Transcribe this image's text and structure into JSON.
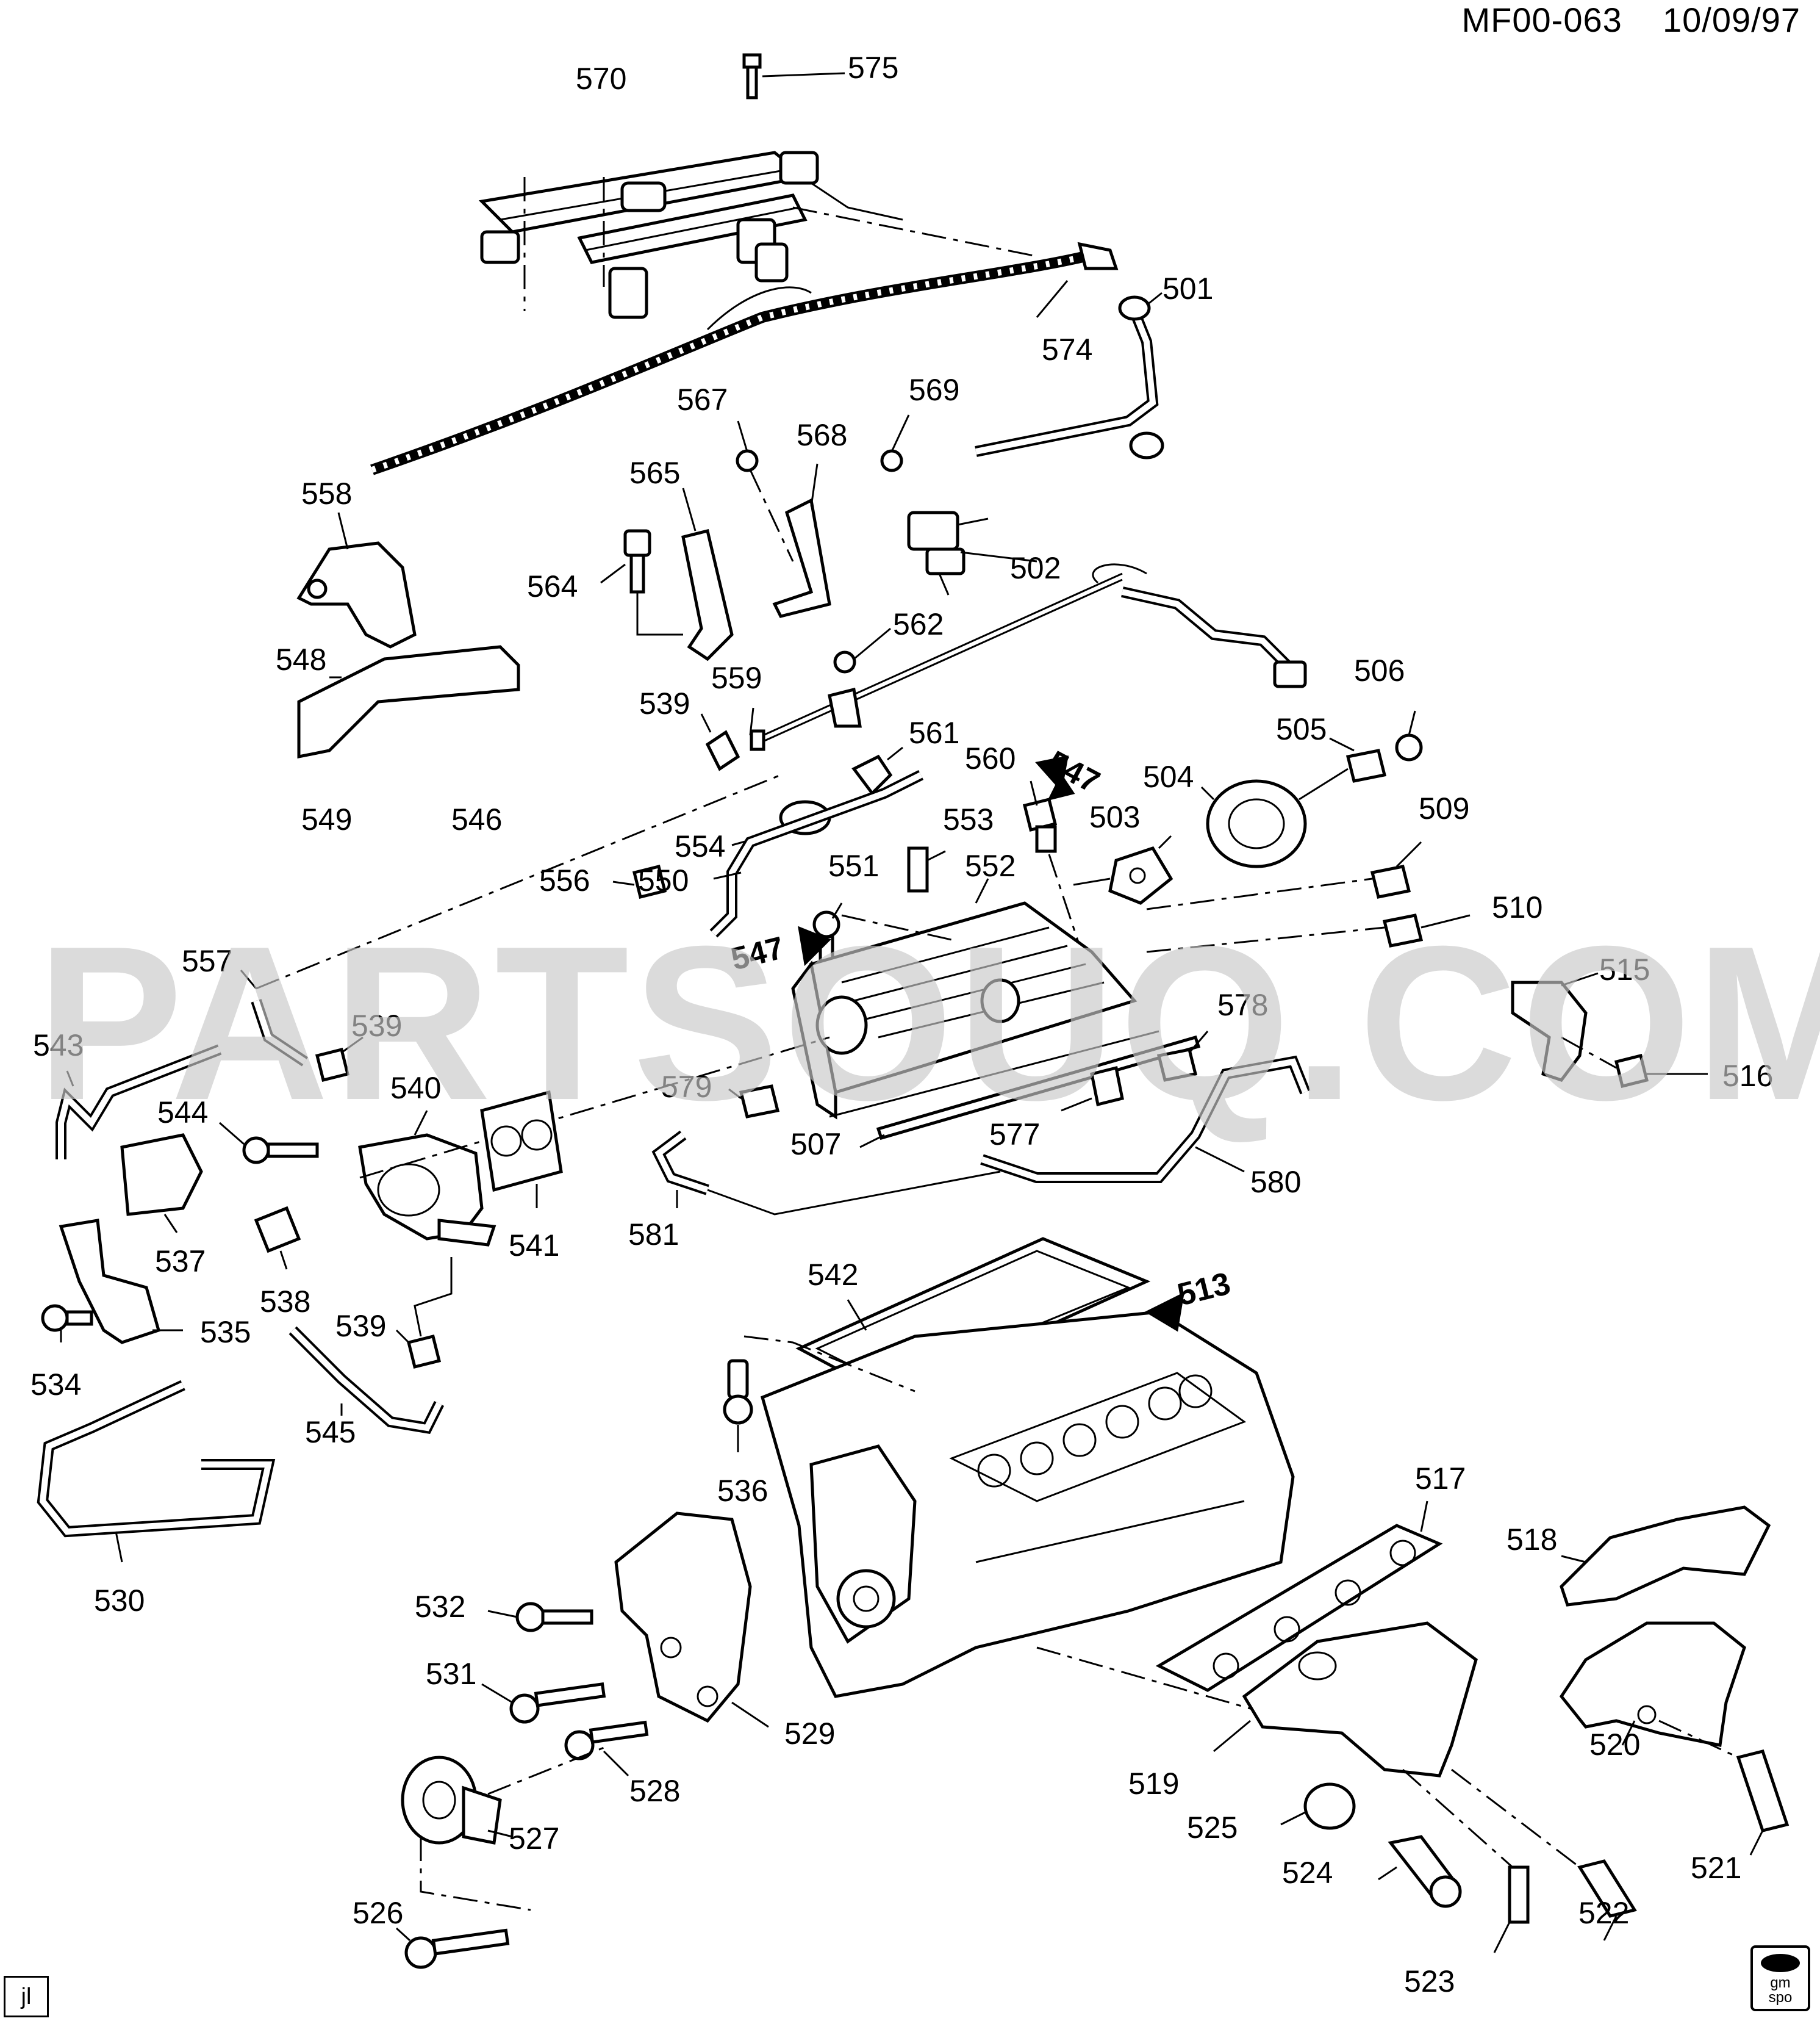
{
  "header": {
    "code": "MF00-063",
    "date": "10/09/97"
  },
  "watermark": "PARTSOUQ.COM",
  "corner_code": "jl",
  "logo": {
    "line1": "gm",
    "line2": "spo"
  },
  "callouts": [
    {
      "id": "575",
      "text": "575"
    },
    {
      "id": "570",
      "text": "570"
    },
    {
      "id": "501",
      "text": "501"
    },
    {
      "id": "574",
      "text": "574"
    },
    {
      "id": "567",
      "text": "567"
    },
    {
      "id": "569",
      "text": "569"
    },
    {
      "id": "568",
      "text": "568"
    },
    {
      "id": "565",
      "text": "565"
    },
    {
      "id": "558",
      "text": "558"
    },
    {
      "id": "564",
      "text": "564"
    },
    {
      "id": "502",
      "text": "502"
    },
    {
      "id": "562",
      "text": "562"
    },
    {
      "id": "548",
      "text": "548"
    },
    {
      "id": "559",
      "text": "559"
    },
    {
      "id": "539a",
      "text": "539"
    },
    {
      "id": "506",
      "text": "506"
    },
    {
      "id": "561",
      "text": "561"
    },
    {
      "id": "505",
      "text": "505"
    },
    {
      "id": "560",
      "text": "560"
    },
    {
      "id": "504",
      "text": "504"
    },
    {
      "id": "549",
      "text": "549"
    },
    {
      "id": "546",
      "text": "546"
    },
    {
      "id": "503",
      "text": "503"
    },
    {
      "id": "509",
      "text": "509"
    },
    {
      "id": "553",
      "text": "553"
    },
    {
      "id": "554",
      "text": "554"
    },
    {
      "id": "552",
      "text": "552"
    },
    {
      "id": "556",
      "text": "556"
    },
    {
      "id": "551",
      "text": "551"
    },
    {
      "id": "550",
      "text": "550"
    },
    {
      "id": "510",
      "text": "510"
    },
    {
      "id": "557",
      "text": "557"
    },
    {
      "id": "515",
      "text": "515"
    },
    {
      "id": "543",
      "text": "543"
    },
    {
      "id": "539b",
      "text": "539"
    },
    {
      "id": "578",
      "text": "578"
    },
    {
      "id": "516",
      "text": "516"
    },
    {
      "id": "540",
      "text": "540"
    },
    {
      "id": "579",
      "text": "579"
    },
    {
      "id": "544",
      "text": "544"
    },
    {
      "id": "577",
      "text": "577"
    },
    {
      "id": "507",
      "text": "507"
    },
    {
      "id": "580",
      "text": "580"
    },
    {
      "id": "581",
      "text": "581"
    },
    {
      "id": "541",
      "text": "541"
    },
    {
      "id": "537",
      "text": "537"
    },
    {
      "id": "538",
      "text": "538"
    },
    {
      "id": "542",
      "text": "542"
    },
    {
      "id": "535",
      "text": "535"
    },
    {
      "id": "539c",
      "text": "539"
    },
    {
      "id": "534",
      "text": "534"
    },
    {
      "id": "545",
      "text": "545"
    },
    {
      "id": "536",
      "text": "536"
    },
    {
      "id": "517",
      "text": "517"
    },
    {
      "id": "518",
      "text": "518"
    },
    {
      "id": "530",
      "text": "530"
    },
    {
      "id": "532",
      "text": "532"
    },
    {
      "id": "531",
      "text": "531"
    },
    {
      "id": "529",
      "text": "529"
    },
    {
      "id": "528",
      "text": "528"
    },
    {
      "id": "520",
      "text": "520"
    },
    {
      "id": "519",
      "text": "519"
    },
    {
      "id": "527",
      "text": "527"
    },
    {
      "id": "525",
      "text": "525"
    },
    {
      "id": "521",
      "text": "521"
    },
    {
      "id": "524",
      "text": "524"
    },
    {
      "id": "522",
      "text": "522"
    },
    {
      "id": "526",
      "text": "526"
    },
    {
      "id": "523",
      "text": "523"
    }
  ],
  "ref_arrows": [
    {
      "id": "547a",
      "text": "547"
    },
    {
      "id": "547b",
      "text": "547"
    },
    {
      "id": "513",
      "text": "513"
    }
  ]
}
